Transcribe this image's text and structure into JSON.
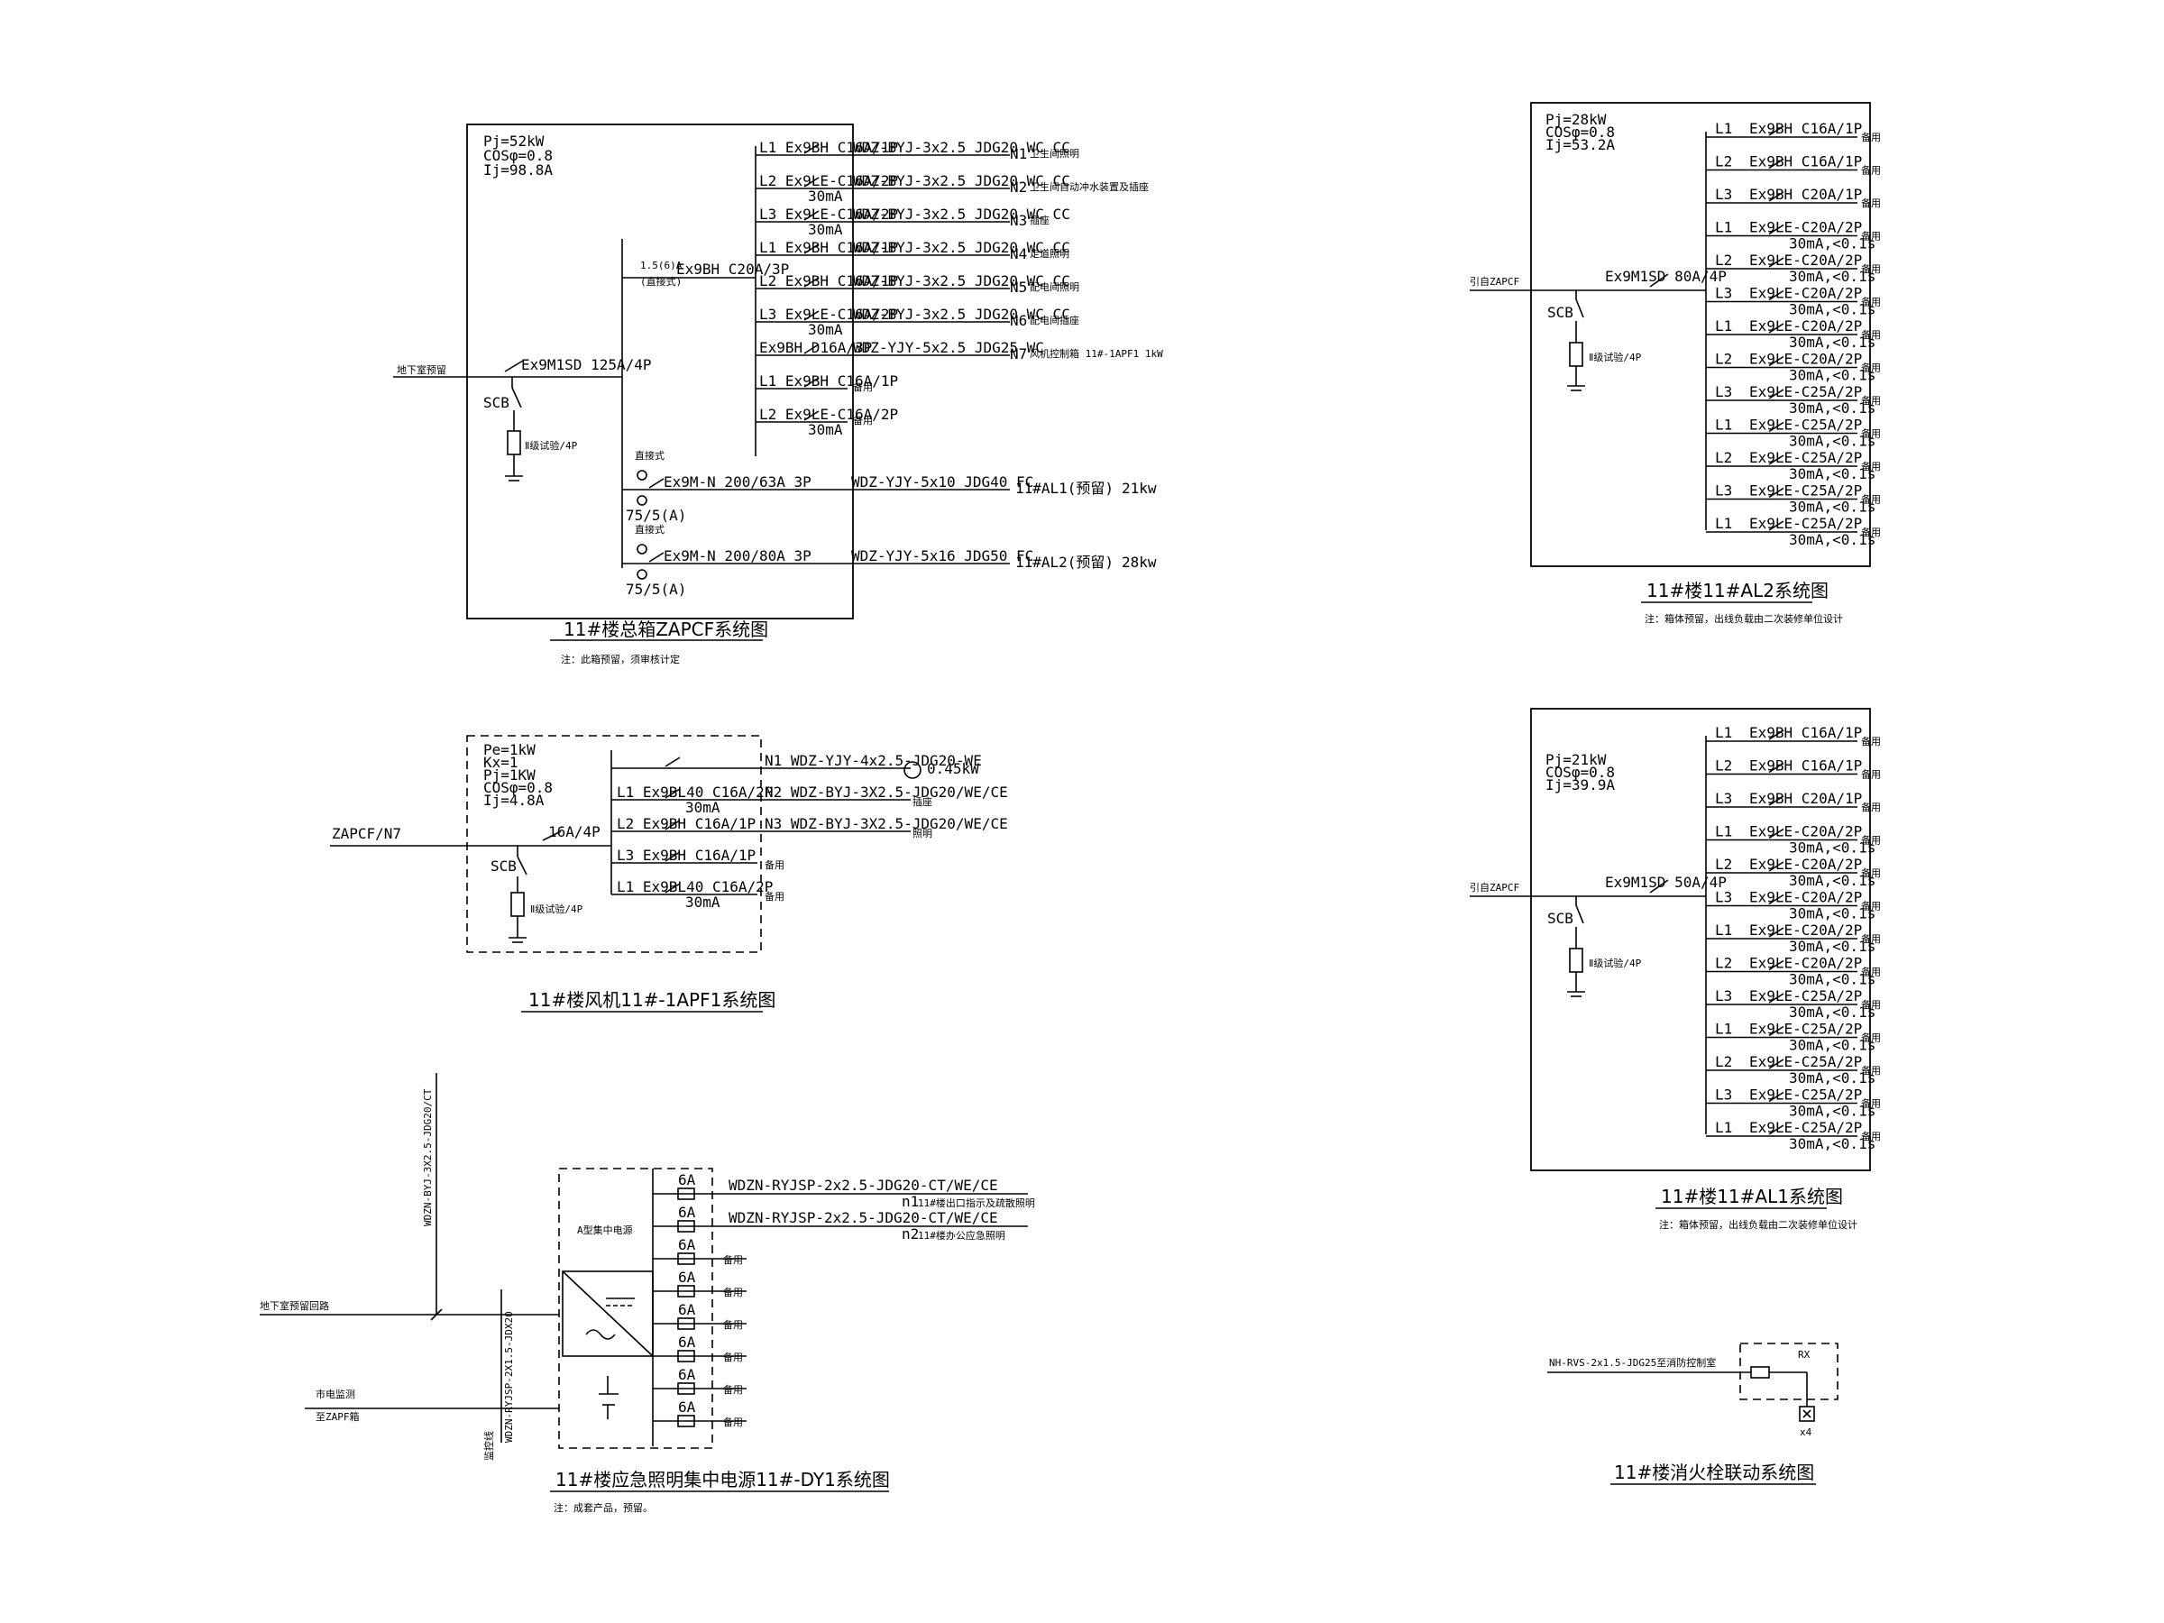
{
  "zapcf": {
    "params": [
      "Pj=52kW",
      "COSφ=0.8",
      "Ij=98.8A"
    ],
    "incoming": "地下室预留",
    "main_breaker": "Ex9M1SD 125A/4P",
    "spd": "SCB",
    "spd_rating": "Ⅱ级试验/4P",
    "sub_breaker": "Ex9BH C20A/3P",
    "sub_wire": "1.5(6)A",
    "sub_wire2": "(直接式)",
    "branches": [
      {
        "label": "L1 Ex9BH C16A/1P",
        "rcd": "",
        "cable": "WDZ-BYJ-3x2.5 JDG20 WC CC",
        "id": "N1",
        "desc": "卫生间照明"
      },
      {
        "label": "L2 Ex9LE-C16A/2P",
        "rcd": "30mA",
        "cable": "WDZ-BYJ-3x2.5 JDG20 WC CC",
        "id": "N2",
        "desc": "卫生间自动冲水装置及插座"
      },
      {
        "label": "L3 Ex9LE-C16A/2P",
        "rcd": "30mA",
        "cable": "WDZ-BYJ-3x2.5 JDG20 WC CC",
        "id": "N3",
        "desc": "插座"
      },
      {
        "label": "L1 Ex9BH C16A/1P",
        "rcd": "",
        "cable": "WDZ-BYJ-3x2.5 JDG20 WC CC",
        "id": "N4",
        "desc": "走道照明"
      },
      {
        "label": "L2 Ex9BH C16A/1P",
        "rcd": "",
        "cable": "WDZ-BYJ-3x2.5 JDG20 WC CC",
        "id": "N5",
        "desc": "配电间照明"
      },
      {
        "label": "L3 Ex9LE-C16A/2P",
        "rcd": "30mA",
        "cable": "WDZ-BYJ-3x2.5 JDG20 WC CC",
        "id": "N6",
        "desc": "配电间插座"
      },
      {
        "label": "Ex9BH D16A/3P",
        "rcd": "",
        "cable": "WDZ-YJY-5x2.5 JDG25 WC",
        "id": "N7",
        "desc": "风机控制箱 11#-1APF1 1kW"
      },
      {
        "label": "L1 Ex9BH C16A/1P",
        "rcd": "",
        "cable": "",
        "id": "",
        "desc": "备用"
      },
      {
        "label": "L2 Ex9LE-C16A/2P",
        "rcd": "30mA",
        "cable": "",
        "id": "",
        "desc": "备用"
      }
    ],
    "feeders": [
      {
        "meter": "直接式",
        "breaker": "Ex9M-N 200/63A 3P",
        "ct": "75/5(A)",
        "cable": "WDZ-YJY-5x10 JDG40 FC",
        "dest": "11#AL1(预留)",
        "load": "21kw"
      },
      {
        "meter": "直接式",
        "breaker": "Ex9M-N 200/80A 3P",
        "ct": "75/5(A)",
        "cable": "WDZ-YJY-5x16 JDG50 FC",
        "dest": "11#AL2(预留)",
        "load": "28kw"
      }
    ],
    "caption": "11#楼总箱ZAPCF系统图",
    "note": "注：此箱预留，须审核计定"
  },
  "apf1": {
    "params": [
      "Pe=1kW",
      "Kx=1",
      "Pj=1KW",
      "COSφ=0.8",
      "Ij=4.8A"
    ],
    "incoming": "ZAPCF/N7",
    "main_breaker": "16A/4P",
    "spd": "SCB",
    "spd_rating": "Ⅱ级试验/4P",
    "branches": [
      {
        "label": "",
        "rcd": "",
        "cable": "N1 WDZ-YJY-4x2.5-JDG20-WE",
        "desc": "0.45kW"
      },
      {
        "label": "L1 Ex9BL40 C16A/2P",
        "rcd": "30mA",
        "cable": "N2 WDZ-BYJ-3X2.5-JDG20/WE/CE",
        "desc": "插座"
      },
      {
        "label": "L2 Ex9BH C16A/1P",
        "rcd": "",
        "cable": "N3 WDZ-BYJ-3X2.5-JDG20/WE/CE",
        "desc": "照明"
      },
      {
        "label": "L3 Ex9BH C16A/1P",
        "rcd": "",
        "cable": "",
        "desc": "备用"
      },
      {
        "label": "L1 Ex9BL40 C16A/2P",
        "rcd": "30mA",
        "cable": "",
        "desc": "备用"
      }
    ],
    "caption": "11#楼风机11#-1APF1系统图"
  },
  "dy1": {
    "vertical_cable": "WDZN-BYJ-3X2.5-JDG20/CT",
    "incoming": "地下室预留回路",
    "signal_label_1": "市电监测",
    "signal_label_2": "至ZAPF箱",
    "signal_cable": "WDZN-RYJSP-2X1.5-JDX20",
    "side_label": "监控线",
    "source_label": "A型集中电源",
    "fuses": [
      {
        "rating": "6A",
        "cable": "WDZN-RYJSP-2x2.5-JDG20-CT/WE/CE",
        "id": "n1",
        "desc": "11#楼出口指示及疏散照明"
      },
      {
        "rating": "6A",
        "cable": "WDZN-RYJSP-2x2.5-JDG20-CT/WE/CE",
        "id": "n2",
        "desc": "11#楼办公应急照明"
      },
      {
        "rating": "6A",
        "cable": "",
        "id": "",
        "desc": "备用"
      },
      {
        "rating": "6A",
        "cable": "",
        "id": "",
        "desc": "备用"
      },
      {
        "rating": "6A",
        "cable": "",
        "id": "",
        "desc": "备用"
      },
      {
        "rating": "6A",
        "cable": "",
        "id": "",
        "desc": "备用"
      },
      {
        "rating": "6A",
        "cable": "",
        "id": "",
        "desc": "备用"
      },
      {
        "rating": "6A",
        "cable": "",
        "id": "",
        "desc": "备用"
      }
    ],
    "caption": "11#楼应急照明集中电源11#-DY1系统图",
    "note": "注：成套产品，预留。"
  },
  "al2": {
    "params": [
      "Pj=28kW",
      "COSφ=0.8",
      "Ij=53.2A"
    ],
    "incoming": "引自ZAPCF",
    "main_breaker": "Ex9M1SD 80A/4P",
    "spd": "SCB",
    "spd_rating": "Ⅱ级试验/4P",
    "branches": [
      {
        "phase": "L1",
        "breaker": "Ex9BH C16A/1P",
        "rcd": "",
        "desc": "备用"
      },
      {
        "phase": "L2",
        "breaker": "Ex9BH C16A/1P",
        "rcd": "",
        "desc": "备用"
      },
      {
        "phase": "L3",
        "breaker": "Ex9BH C20A/1P",
        "rcd": "",
        "desc": "备用"
      },
      {
        "phase": "L1",
        "breaker": "Ex9LE-C20A/2P",
        "rcd": "30mA,<0.1s",
        "desc": "备用"
      },
      {
        "phase": "L2",
        "breaker": "Ex9LE-C20A/2P",
        "rcd": "30mA,<0.1s",
        "desc": "备用"
      },
      {
        "phase": "L3",
        "breaker": "Ex9LE-C20A/2P",
        "rcd": "30mA,<0.1s",
        "desc": "备用"
      },
      {
        "phase": "L1",
        "breaker": "Ex9LE-C20A/2P",
        "rcd": "30mA,<0.1s",
        "desc": "备用"
      },
      {
        "phase": "L2",
        "breaker": "Ex9LE-C20A/2P",
        "rcd": "30mA,<0.1s",
        "desc": "备用"
      },
      {
        "phase": "L3",
        "breaker": "Ex9LE-C25A/2P",
        "rcd": "30mA,<0.1s",
        "desc": "备用"
      },
      {
        "phase": "L1",
        "breaker": "Ex9LE-C25A/2P",
        "rcd": "30mA,<0.1s",
        "desc": "备用"
      },
      {
        "phase": "L2",
        "breaker": "Ex9LE-C25A/2P",
        "rcd": "30mA,<0.1s",
        "desc": "备用"
      },
      {
        "phase": "L3",
        "breaker": "Ex9LE-C25A/2P",
        "rcd": "30mA,<0.1s",
        "desc": "备用"
      },
      {
        "phase": "L1",
        "breaker": "Ex9LE-C25A/2P",
        "rcd": "30mA,<0.1s",
        "desc": "备用"
      }
    ],
    "caption": "11#楼11#AL2系统图",
    "note": "注：箱体预留，出线负载由二次装修单位设计"
  },
  "al1": {
    "params": [
      "Pj=21kW",
      "COSφ=0.8",
      "Ij=39.9A"
    ],
    "incoming": "引自ZAPCF",
    "main_breaker": "Ex9M1SD 50A/4P",
    "spd": "SCB",
    "spd_rating": "Ⅱ级试验/4P",
    "branches": [
      {
        "phase": "L1",
        "breaker": "Ex9BH C16A/1P",
        "rcd": "",
        "desc": "备用"
      },
      {
        "phase": "L2",
        "breaker": "Ex9BH C16A/1P",
        "rcd": "",
        "desc": "备用"
      },
      {
        "phase": "L3",
        "breaker": "Ex9BH C20A/1P",
        "rcd": "",
        "desc": "备用"
      },
      {
        "phase": "L1",
        "breaker": "Ex9LE-C20A/2P",
        "rcd": "30mA,<0.1s",
        "desc": "备用"
      },
      {
        "phase": "L2",
        "breaker": "Ex9LE-C20A/2P",
        "rcd": "30mA,<0.1s",
        "desc": "备用"
      },
      {
        "phase": "L3",
        "breaker": "Ex9LE-C20A/2P",
        "rcd": "30mA,<0.1s",
        "desc": "备用"
      },
      {
        "phase": "L1",
        "breaker": "Ex9LE-C20A/2P",
        "rcd": "30mA,<0.1s",
        "desc": "备用"
      },
      {
        "phase": "L2",
        "breaker": "Ex9LE-C20A/2P",
        "rcd": "30mA,<0.1s",
        "desc": "备用"
      },
      {
        "phase": "L3",
        "breaker": "Ex9LE-C25A/2P",
        "rcd": "30mA,<0.1s",
        "desc": "备用"
      },
      {
        "phase": "L1",
        "breaker": "Ex9LE-C25A/2P",
        "rcd": "30mA,<0.1s",
        "desc": "备用"
      },
      {
        "phase": "L2",
        "breaker": "Ex9LE-C25A/2P",
        "rcd": "30mA,<0.1s",
        "desc": "备用"
      },
      {
        "phase": "L3",
        "breaker": "Ex9LE-C25A/2P",
        "rcd": "30mA,<0.1s",
        "desc": "备用"
      },
      {
        "phase": "L1",
        "breaker": "Ex9LE-C25A/2P",
        "rcd": "30mA,<0.1s",
        "desc": "备用"
      }
    ],
    "caption": "11#楼11#AL1系统图",
    "note": "注：箱体预留，出线负载由二次装修单位设计"
  },
  "fire": {
    "cable": "NH-RVS-2x1.5-JDG25至消防控制室",
    "box_label": "RX",
    "count": "x4",
    "caption": "11#楼消火栓联动系统图"
  }
}
